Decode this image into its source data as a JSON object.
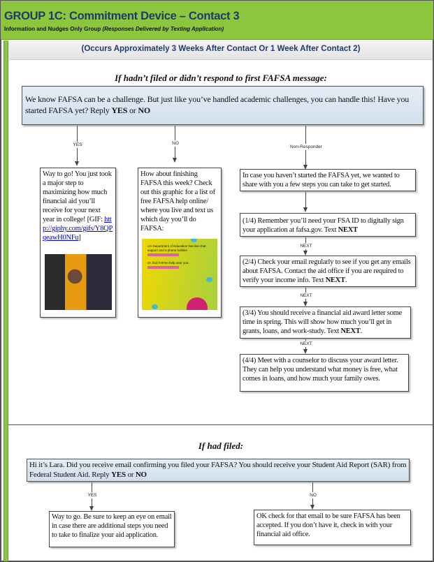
{
  "header": {
    "title": "GROUP 1C: Commitment Device – Contact 3",
    "subtitle": "Information and Nudges Only Group ",
    "subtitle_italic": "(Responses Delivered by Texting Application)"
  },
  "band": "(Occurs Approximately 3 Weeks After Contact Or 1 Week After Contact 2)",
  "section1": {
    "heading": "If hadn’t filed or didn’t respond to first FAFSA message:",
    "question": {
      "text": "We know FAFSA can be a challenge. But just like you’ve handled academic challenges, you can handle this!  Have you started FAFSA yet? Reply ",
      "yes": "YES",
      "or": " or ",
      "no": "NO"
    },
    "labels": {
      "yes": "YES",
      "no": "NO",
      "non": "Non-Responder",
      "next": "NEXT"
    },
    "yes_box": {
      "text": "Way to go! You just took a major step to maximizing how much financial aid you’ll receive for your next year in college! [GIF: ",
      "link": "http://giphy.com/gifs/Y8QPqeawH0NFu",
      "end": "]"
    },
    "no_box": {
      "text": "How about finishing FAFSA this week?  Check out this graphic for a list of free FAFSA help online/ where you live and text us which day you’ll do FAFSA:"
    },
    "graphic": {
      "line1": "US Department of Education has live chat support and a phone hotline!",
      "line2": "Or, find FAFSA help near you:"
    },
    "non_box": "In case you haven’t started the FAFSA yet, we wanted to share with you a few steps you can take to get started.",
    "steps": [
      {
        "text": "(1/4)  Remember you’ll need your FSA ID to digitally sign your application at fafsa.gov.  Text ",
        "bold": "NEXT",
        "end": ""
      },
      {
        "text": "(2/4) Check your email regularly to see if you get any emails about FAFSA. Contact the aid office if you are required to verify your income info. Text ",
        "bold": "NEXT",
        "end": "."
      },
      {
        "text": "(3/4) You should receive a financial aid award letter some time in spring. This will show how much you’ll get in grants, loans, and work-study. Text ",
        "bold": "NEXT",
        "end": "."
      },
      {
        "text": "(4/4) Meet with a counselor to discuss your award letter. They can help you understand what money is free, what comes in loans, and how much your family owes.",
        "bold": "",
        "end": ""
      }
    ]
  },
  "section2": {
    "heading": "If had filed:",
    "question": {
      "text": "Hi it’s Lara.  Did you receive email confirming you filed your FAFSA? You should receive your Student Aid Report (SAR) from Federal Student Aid.  Reply ",
      "yes": "YES",
      "or": " or ",
      "no": "NO"
    },
    "labels": {
      "yes": "YES",
      "no": "NO"
    },
    "yes_box": "Way to go.  Be sure to keep an eye on email in case there are additional steps you need to take to finalize your aid application.",
    "no_box": "OK check for that email to be sure FAFSA has been accepted. If you don’t have it, check in with your financial aid office."
  }
}
